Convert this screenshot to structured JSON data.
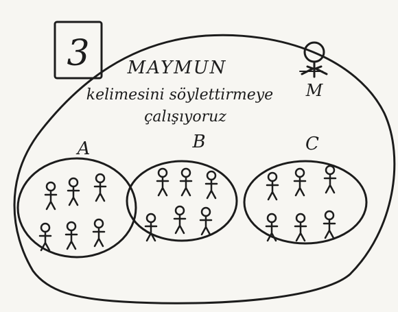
{
  "step_number": "3",
  "caption": {
    "line1": "MAYMUN",
    "line2": "kelimesini söylettirmeye",
    "line3": "çalışıyoruz"
  },
  "teacher_initial": "M",
  "groups": [
    {
      "label": "A",
      "members": 6
    },
    {
      "label": "B",
      "members": 6
    },
    {
      "label": "C",
      "members": 6
    }
  ]
}
